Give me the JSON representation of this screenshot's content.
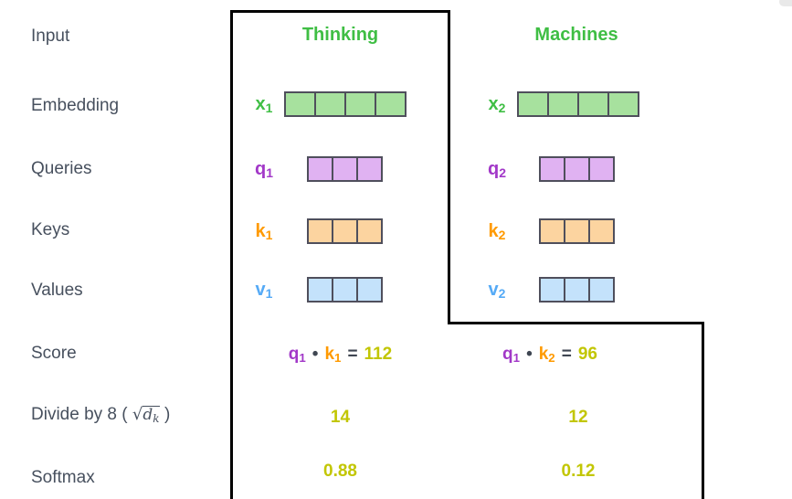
{
  "headers": {
    "thinking": "Thinking",
    "machines": "Machines"
  },
  "row_labels": {
    "input": "Input",
    "embedding": "Embedding",
    "queries": "Queries",
    "keys": "Keys",
    "values": "Values",
    "score": "Score",
    "divide": {
      "prefix": "Divide by 8 (",
      "radical": "√",
      "var": "d",
      "var_sub": "k",
      "suffix": ")"
    },
    "softmax": "Softmax"
  },
  "vectors": {
    "x1": {
      "base": "x",
      "sub": "1",
      "cells": 4
    },
    "x2": {
      "base": "x",
      "sub": "2",
      "cells": 4
    },
    "q1": {
      "base": "q",
      "sub": "1",
      "cells": 3
    },
    "q2": {
      "base": "q",
      "sub": "2",
      "cells": 3
    },
    "k1": {
      "base": "k",
      "sub": "1",
      "cells": 3
    },
    "k2": {
      "base": "k",
      "sub": "2",
      "cells": 3
    },
    "v1": {
      "base": "v",
      "sub": "1",
      "cells": 3
    },
    "v2": {
      "base": "v",
      "sub": "2",
      "cells": 3
    }
  },
  "score_row": {
    "thinking": {
      "q": "q",
      "q_sub": "1",
      "dot": "•",
      "k": "k",
      "k_sub": "1",
      "equals": "=",
      "value": "112"
    },
    "machines": {
      "q": "q",
      "q_sub": "1",
      "dot": "•",
      "k": "k",
      "k_sub": "2",
      "equals": "=",
      "value": "96"
    }
  },
  "divide_row": {
    "thinking": "14",
    "machines": "12"
  },
  "softmax_row": {
    "thinking": "0.88",
    "machines": "0.12"
  },
  "colors": {
    "title_green": "#3fbe44",
    "embedding_fill": "#a7e19e",
    "query_purple": "#a238c8",
    "query_fill": "#e0b2f2",
    "key_orange": "#ff9a00",
    "key_fill": "#fcd4a0",
    "value_blue": "#55aaf6",
    "value_fill": "#c4e2fb",
    "score_yellow": "#c2c603",
    "label_dark": "#47505e",
    "outline_black": "#000000"
  }
}
